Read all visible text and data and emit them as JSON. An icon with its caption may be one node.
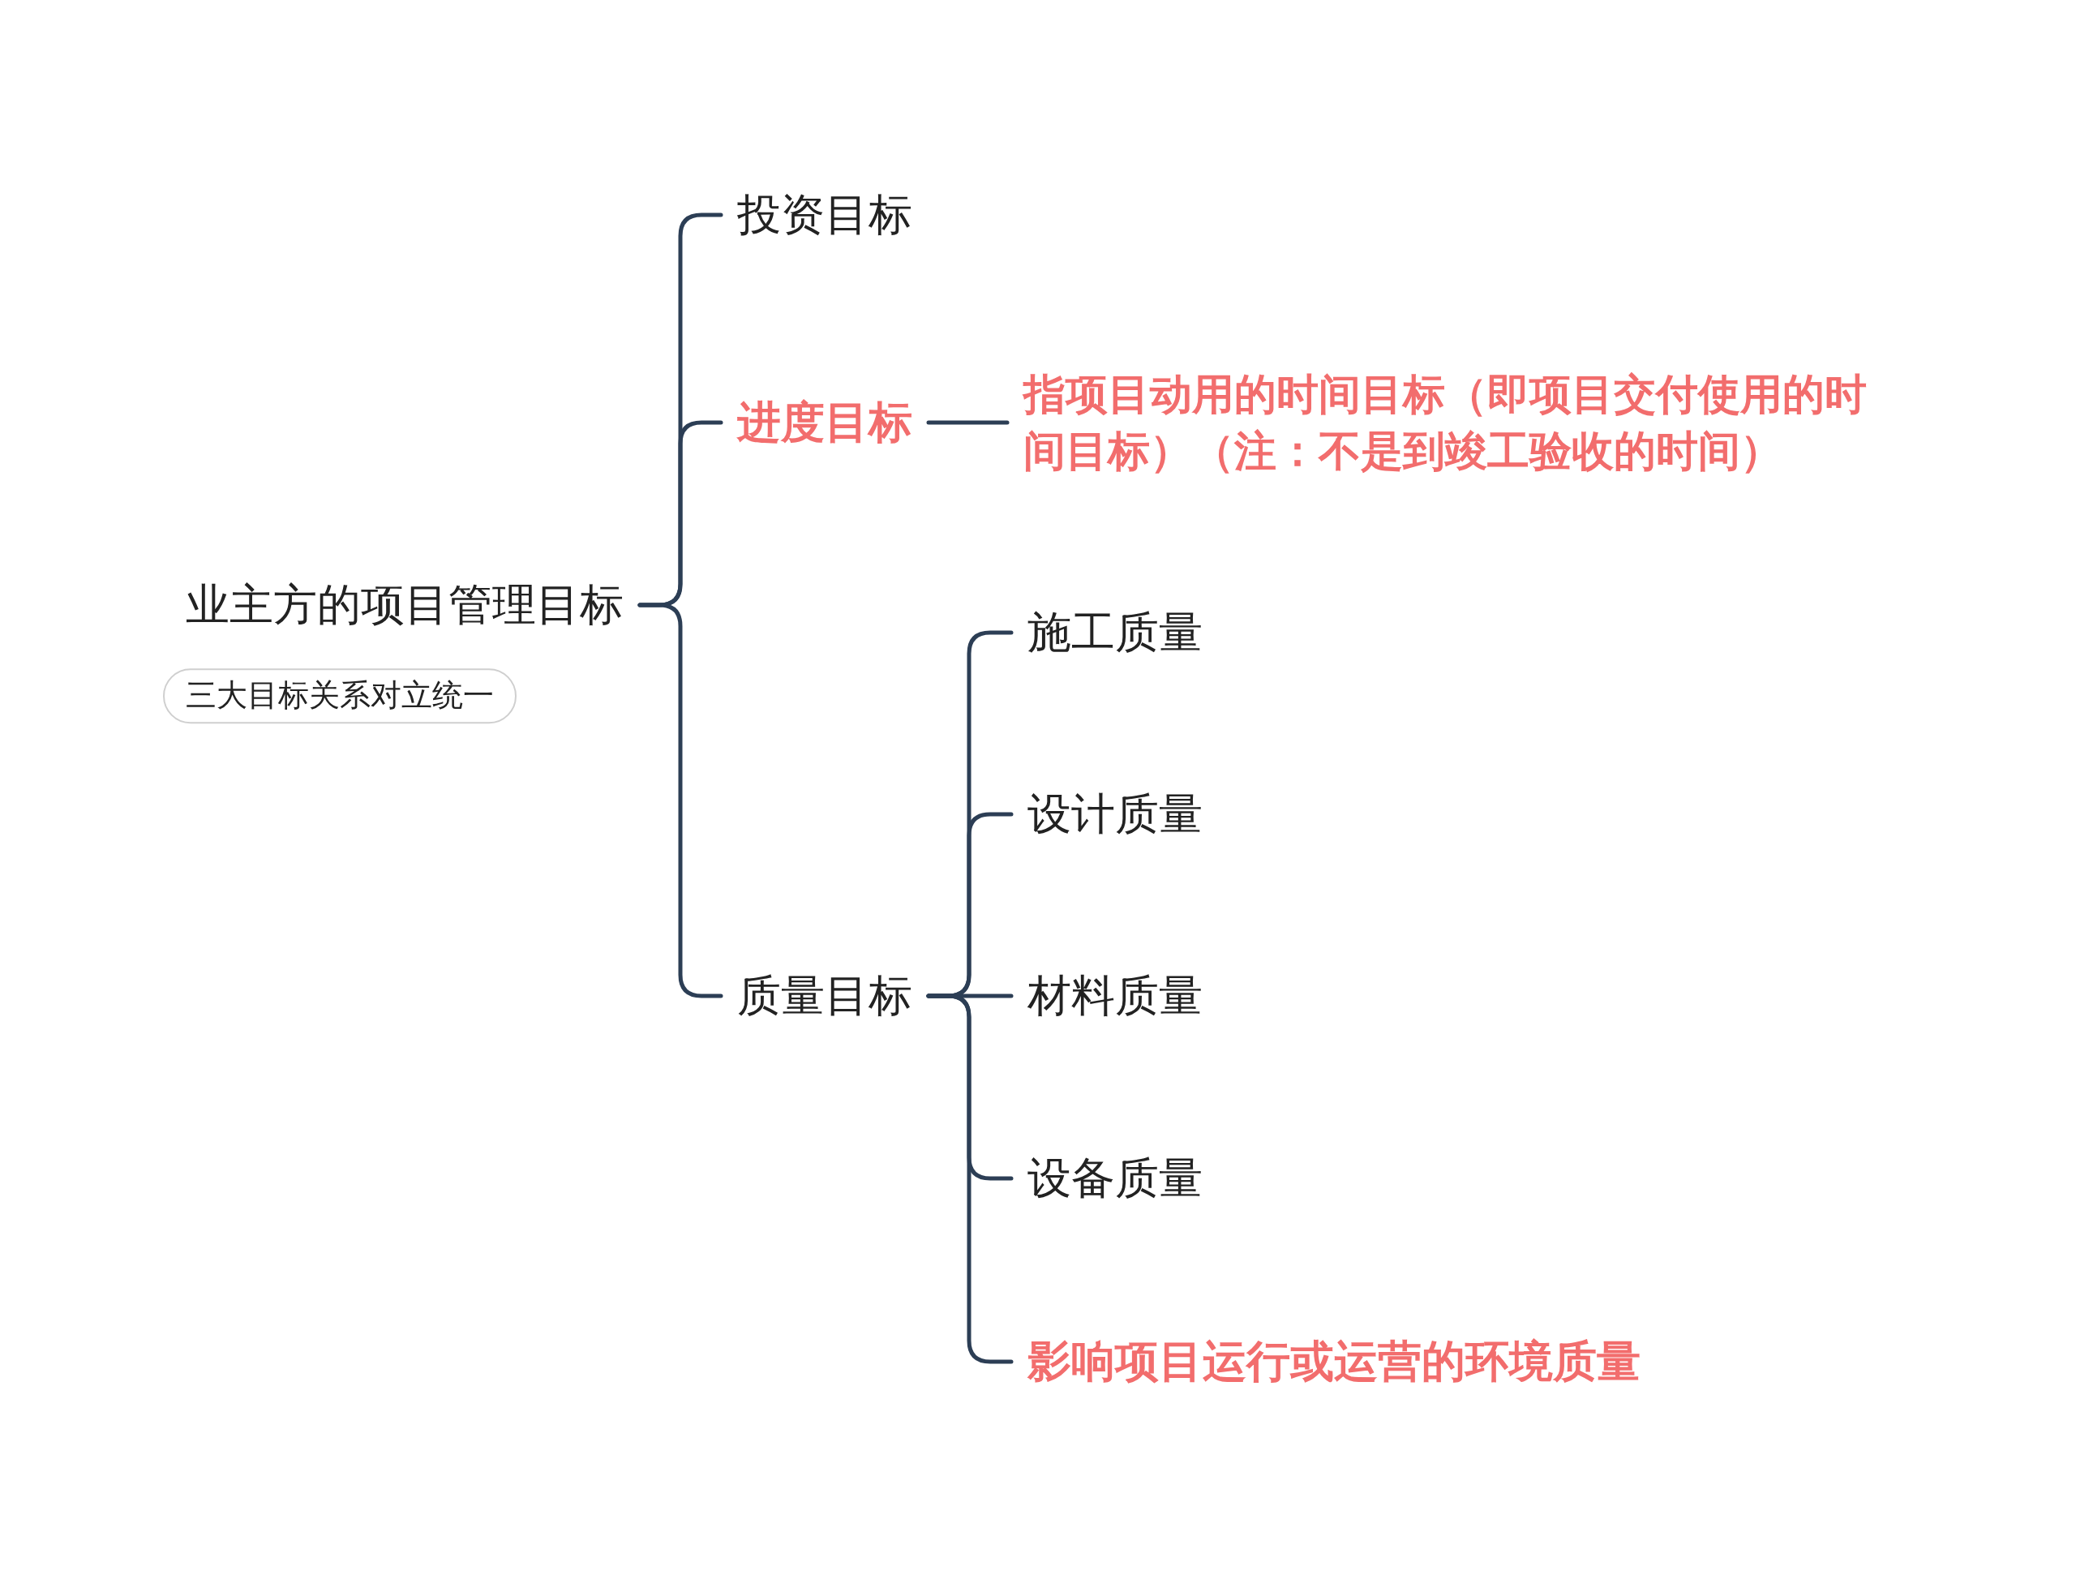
{
  "diagram": {
    "nodes": [
      {
        "text": [
          "业主方的项目管理目标"
        ]
      },
      {
        "text": [
          "三大目标关系对立统一"
        ]
      },
      {
        "text": [
          "投资目标"
        ]
      },
      {
        "text": [
          "进度目标"
        ]
      },
      {
        "text": [
          "指项目动用的时间目标（即项目交付使用的时间目标）（注：不是到竣工验收的时间）"
        ]
      },
      {
        "text": [
          "质量目标"
        ]
      },
      {
        "text": [
          "施工质量"
        ]
      },
      {
        "text": [
          "设计质量"
        ]
      },
      {
        "text": [
          "材料质量"
        ]
      },
      {
        "text": [
          "设备质量"
        ]
      },
      {
        "text": [
          "影响项目运行或运营的环境质量"
        ]
      }
    ],
    "edges": [
      {
        "from": 0,
        "to": 2,
        "arrow": "none"
      },
      {
        "from": 0,
        "to": 3,
        "arrow": "none"
      },
      {
        "from": 0,
        "to": 5,
        "arrow": "none"
      },
      {
        "from": 3,
        "to": 4,
        "arrow": "none"
      },
      {
        "from": 5,
        "to": 6,
        "arrow": "none"
      },
      {
        "from": 5,
        "to": 7,
        "arrow": "none"
      },
      {
        "from": 5,
        "to": 8,
        "arrow": "none"
      },
      {
        "from": 5,
        "to": 9,
        "arrow": "none"
      },
      {
        "from": 5,
        "to": 10,
        "arrow": "none"
      }
    ]
  }
}
